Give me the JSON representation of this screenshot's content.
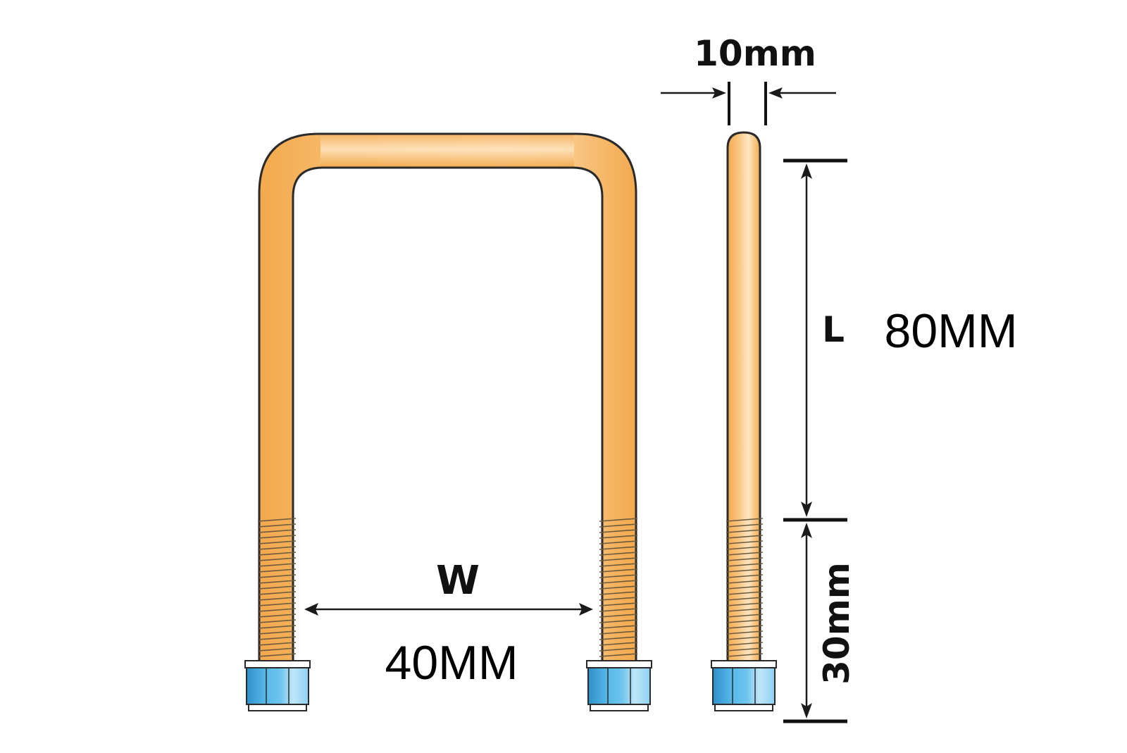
{
  "diagram": {
    "labels": {
      "diameter": "10mm",
      "length_symbol": "L",
      "length_value": "80MM",
      "thread_length": "30mm",
      "width_symbol": "W",
      "width_value": "40MM"
    },
    "colors": {
      "bolt_fill": "#f9c783",
      "bolt_edge": "#f3a94c",
      "bolt_highlight": "#fde6c2",
      "nut_fill": "#56b8e8",
      "nut_dark": "#2e8fc9",
      "nut_light": "#bfe6f8",
      "outline": "#2a2a2a",
      "text": "#111111"
    },
    "icons": [
      "u-bolt-front-view",
      "u-bolt-side-view",
      "hex-nut-icon"
    ]
  }
}
